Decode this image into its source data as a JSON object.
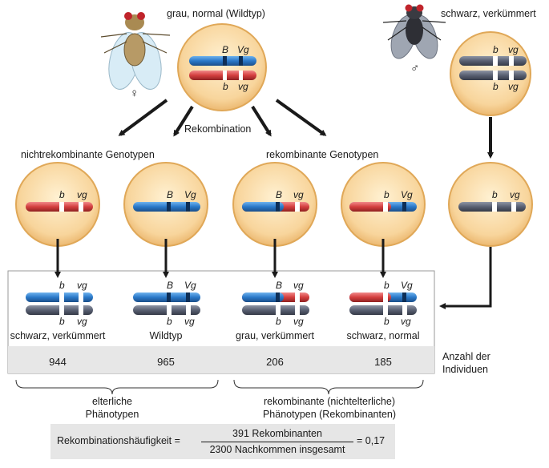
{
  "female": {
    "label": "grau, normal (Wildtyp)",
    "symbol": "♀",
    "top_chrom": {
      "l1": "B",
      "l2": "Vg"
    },
    "bottom_chrom": {
      "l1": "b",
      "l2": "vg"
    }
  },
  "male": {
    "label": "schwarz, verkümmert",
    "symbol": "♂",
    "top_chrom": {
      "l1": "b",
      "l2": "vg"
    },
    "bottom_chrom": {
      "l1": "b",
      "l2": "vg"
    }
  },
  "recombination_label": "Rekombination",
  "groups": {
    "nonrecombinant": "nichtrekombinante Genotypen",
    "recombinant": "rekombinante Genotypen"
  },
  "gametes": [
    {
      "l1": "b",
      "l2": "vg"
    },
    {
      "l1": "B",
      "l2": "Vg"
    },
    {
      "l1": "B",
      "l2": "vg"
    },
    {
      "l1": "b",
      "l2": "Vg"
    },
    {
      "l1": "b",
      "l2": "vg"
    }
  ],
  "offspring": [
    {
      "top": {
        "l1": "b",
        "l2": "vg"
      },
      "bottom": {
        "l1": "b",
        "l2": "vg"
      },
      "phenotype": "schwarz, verkümmert",
      "count": "944"
    },
    {
      "top": {
        "l1": "B",
        "l2": "Vg"
      },
      "bottom": {
        "l1": "b",
        "l2": "vg"
      },
      "phenotype": "Wildtyp",
      "count": "965"
    },
    {
      "top": {
        "l1": "B",
        "l2": "vg"
      },
      "bottom": {
        "l1": "b",
        "l2": "vg"
      },
      "phenotype": "grau, verkümmert",
      "count": "206"
    },
    {
      "top": {
        "l1": "b",
        "l2": "Vg"
      },
      "bottom": {
        "l1": "b",
        "l2": "vg"
      },
      "phenotype": "schwarz, normal",
      "count": "185"
    }
  ],
  "count_label": "Anzahl der\nIndividuen",
  "brackets": {
    "parental": "elterliche\nPhänotypen",
    "recombinant": "rekombinante (nichtelterliche)\nPhänotypen (Rekombinanten)"
  },
  "formula": {
    "lhs": "Rekombinationshäufigkeit =",
    "numerator": "391 Rekombinanten",
    "denominator": "2300 Nachkommen insgesamt",
    "result": "= 0,17"
  },
  "colors": {
    "cell_fill": "#f9dca8",
    "cell_edge": "#e3ac5a",
    "blue": "#2e7fd0",
    "red": "#d84a4a",
    "gray": "#5a6170",
    "arrow": "#1a1a1a",
    "table_bg": "#e7e7e7"
  }
}
